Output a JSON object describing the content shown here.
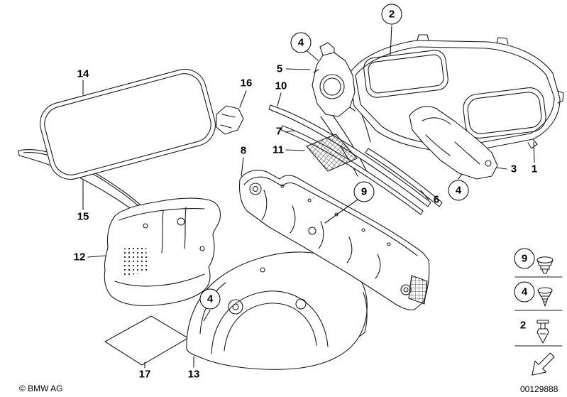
{
  "footer": {
    "copyright": "© BMW AG",
    "document_number": "00129888"
  },
  "callouts": {
    "plain": [
      {
        "label": "14"
      },
      {
        "label": "5"
      },
      {
        "label": "16"
      },
      {
        "label": "10"
      },
      {
        "label": "7"
      },
      {
        "label": "11"
      },
      {
        "label": "8"
      },
      {
        "label": "3"
      },
      {
        "label": "1"
      },
      {
        "label": "6"
      },
      {
        "label": "15"
      },
      {
        "label": "12"
      },
      {
        "label": "17"
      },
      {
        "label": "13"
      }
    ],
    "circled": [
      {
        "label": "2"
      },
      {
        "label": "4"
      },
      {
        "label": "9"
      },
      {
        "label": "4"
      },
      {
        "label": "4"
      }
    ]
  },
  "legend": {
    "items": [
      {
        "label": "9",
        "shape": "circled",
        "icon": "grommet-fastener-icon"
      },
      {
        "label": "4",
        "shape": "circled",
        "icon": "push-fastener-icon"
      },
      {
        "label": "2",
        "shape": "plain",
        "icon": "expanding-rivet-icon"
      }
    ],
    "direction_arrow_icon": "direction-arrow-icon"
  }
}
